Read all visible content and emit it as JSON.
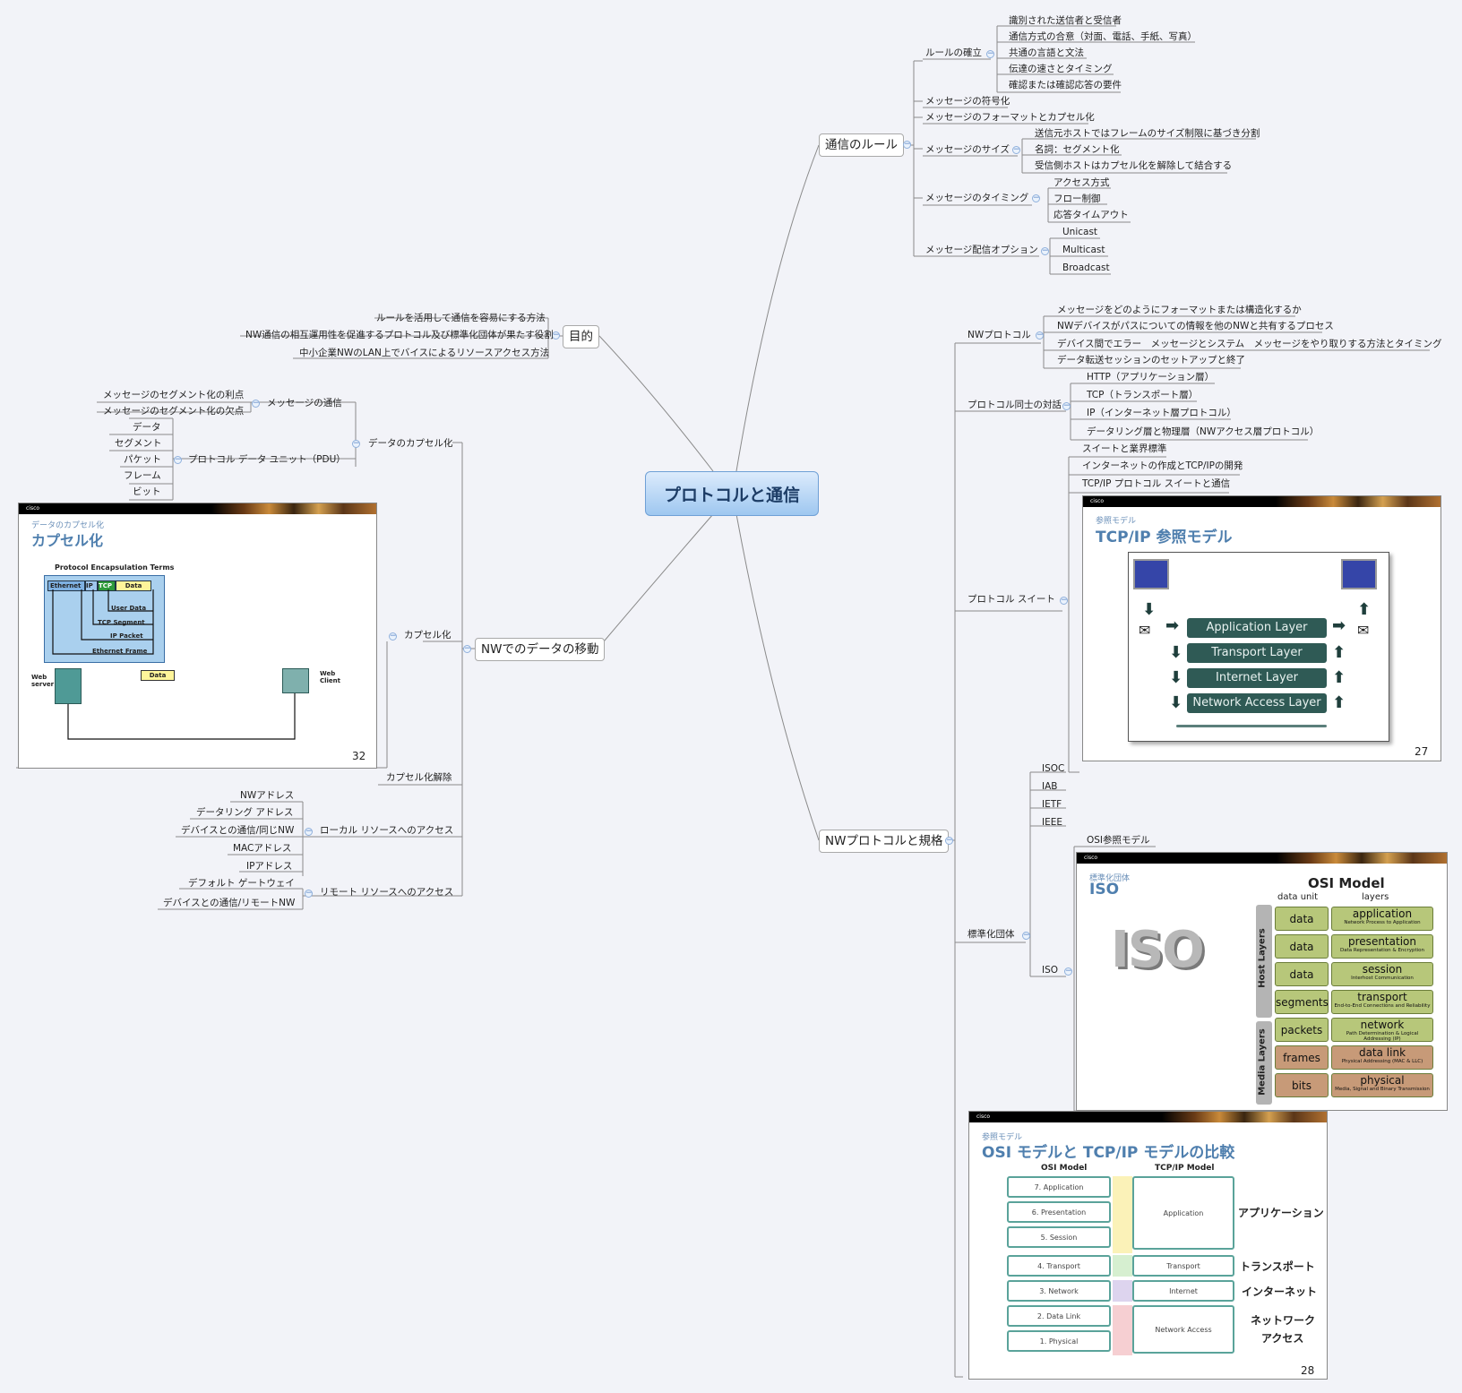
{
  "central": "プロトコルと通信",
  "rules": {
    "title": "通信のルール",
    "rule_establish": "ルールの確立",
    "rule_items": [
      "識別された送信者と受信者",
      "通信方式の合意（対面、電話、手紙、写真）",
      "共通の言語と文法",
      "伝達の速さとタイミング",
      "確認または確認応答の要件"
    ],
    "encoding": "メッセージの符号化",
    "format": "メッセージのフォーマットとカプセル化",
    "size": "メッセージのサイズ",
    "size_items": [
      "送信元ホストではフレームのサイズ制限に基づき分割",
      "名詞：セグメント化",
      "受信側ホストはカプセル化を解除して結合する"
    ],
    "timing": "メッセージのタイミング",
    "timing_items": [
      "アクセス方式",
      "フロー制御",
      "応答タイムアウト"
    ],
    "delivery": "メッセージ配信オプション",
    "delivery_items": [
      "Unicast",
      "Multicast",
      "Broadcast"
    ]
  },
  "purpose": {
    "title": "目的",
    "items": [
      "ルールを活用して通信を容易にする方法",
      "NW通信の相互運用性を促進するプロトコル及び標準化団体が果たす役割",
      "中小企業NWのLAN上でバイスによるリソースアクセス方法"
    ]
  },
  "move": {
    "title": "NWでのデータの移動",
    "encap_data": "データのカプセル化",
    "msg_comm": "メッセージの通信",
    "msg_items": [
      "メッセージのセグメント化の利点",
      "メッセージのセグメント化の欠点"
    ],
    "pdu": "プロトコル データ ユニット（PDU）",
    "pdu_items": [
      "データ",
      "セグメント",
      "パケット",
      "フレーム",
      "ビット"
    ],
    "encap": "カプセル化",
    "decap": "カプセル化解除",
    "local": "ローカル リソースへのアクセス",
    "local_items": [
      "NWアドレス",
      "データリング アドレス",
      "デバイスとの通信/同じNW",
      "MACアドレス",
      "IPアドレス"
    ],
    "remote": "リモート リソースへのアクセス",
    "remote_items": [
      "デフォルト ゲートウェイ",
      "デバイスとの通信/リモートNW"
    ]
  },
  "slide_encap": {
    "sub": "データのカプセル化",
    "title": "カプセル化",
    "terms": "Protocol Encapsulation Terms",
    "hdr": [
      "Ethernet",
      "IP",
      "TCP",
      "Data"
    ],
    "layers": [
      "User Data",
      "TCP Segment",
      "IP Packet",
      "Ethernet Frame"
    ],
    "web_server": "Web server",
    "web_client": "Web Client",
    "data": "Data",
    "page": "32"
  },
  "stds": {
    "title": "NWプロトコルと規格",
    "nwproto": "NWプロトコル",
    "nwproto_items": [
      "メッセージをどのようにフォーマットまたは構造化するか",
      "NWデバイスがパスについての情報を他のNWと共有するプロセス",
      "デバイス間でエラー　メッセージとシステム　メッセージをやり取りする方法とタイミング",
      "データ転送セッションのセットアップと終了"
    ],
    "interact": "プロトコル同士の対話",
    "interact_items": [
      "HTTP（アプリケーション層）",
      "TCP（トランスポート層）",
      "IP（インターネット層プロトコル）",
      "データリング層と物理層（NWアクセス層プロトコル）"
    ],
    "suite": "プロトコル スイート",
    "suite_items": [
      "スイートと業界標準",
      "インターネットの作成とTCP/IPの開発",
      "TCP/IP プロトコル スイートと通信"
    ],
    "orgs": "標準化団体",
    "org_items": [
      "ISOC",
      "IAB",
      "IETF",
      "IEEE"
    ],
    "iso": "ISO",
    "osi_ref": "OSI参照モデル"
  },
  "slide_tcpip": {
    "sub": "参照モデル",
    "title": "TCP/IP 参照モデル",
    "layers": [
      "Application Layer",
      "Transport Layer",
      "Internet Layer",
      "Network Access Layer"
    ],
    "page": "27"
  },
  "slide_iso": {
    "sub": "標準化団体",
    "title": "ISO",
    "model": "OSI Model",
    "col_unit": "data unit",
    "col_layers": "layers",
    "host": "Host Layers",
    "media": "Media Layers",
    "logo": "ISO",
    "rows": [
      {
        "unit": "data",
        "name": "application",
        "desc": "Network Process to Application"
      },
      {
        "unit": "data",
        "name": "presentation",
        "desc": "Data Representation & Encryption"
      },
      {
        "unit": "data",
        "name": "session",
        "desc": "Interhost Communication"
      },
      {
        "unit": "segments",
        "name": "transport",
        "desc": "End-to-End Connections and Reliability"
      },
      {
        "unit": "packets",
        "name": "network",
        "desc": "Path Determination & Logical Addressing (IP)"
      },
      {
        "unit": "frames",
        "name": "data link",
        "desc": "Physical Addressing (MAC & LLC)"
      },
      {
        "unit": "bits",
        "name": "physical",
        "desc": "Media, Signal and Binary Transmission"
      }
    ]
  },
  "slide_cmp": {
    "sub": "参照モデル",
    "title": "OSI モデルと TCP/IP モデルの比較",
    "osi_head": "OSI Model",
    "tcp_head": "TCP/IP Model",
    "osi": [
      "7. Application",
      "6. Presentation",
      "5. Session",
      "4. Transport",
      "3. Network",
      "2. Data Link",
      "1. Physical"
    ],
    "tcp": [
      "Application",
      "Transport",
      "Internet",
      "Network Access"
    ],
    "jp": [
      "アプリケーション",
      "トランスポート",
      "インターネット",
      "ネットワーク",
      "アクセス"
    ],
    "page": "28"
  },
  "colors": {
    "central_border": "#6fa0d6",
    "line": "#888888",
    "layer": "#2f5a55",
    "osi_green": "#b7c77a",
    "osi_brown": "#c79a78"
  }
}
